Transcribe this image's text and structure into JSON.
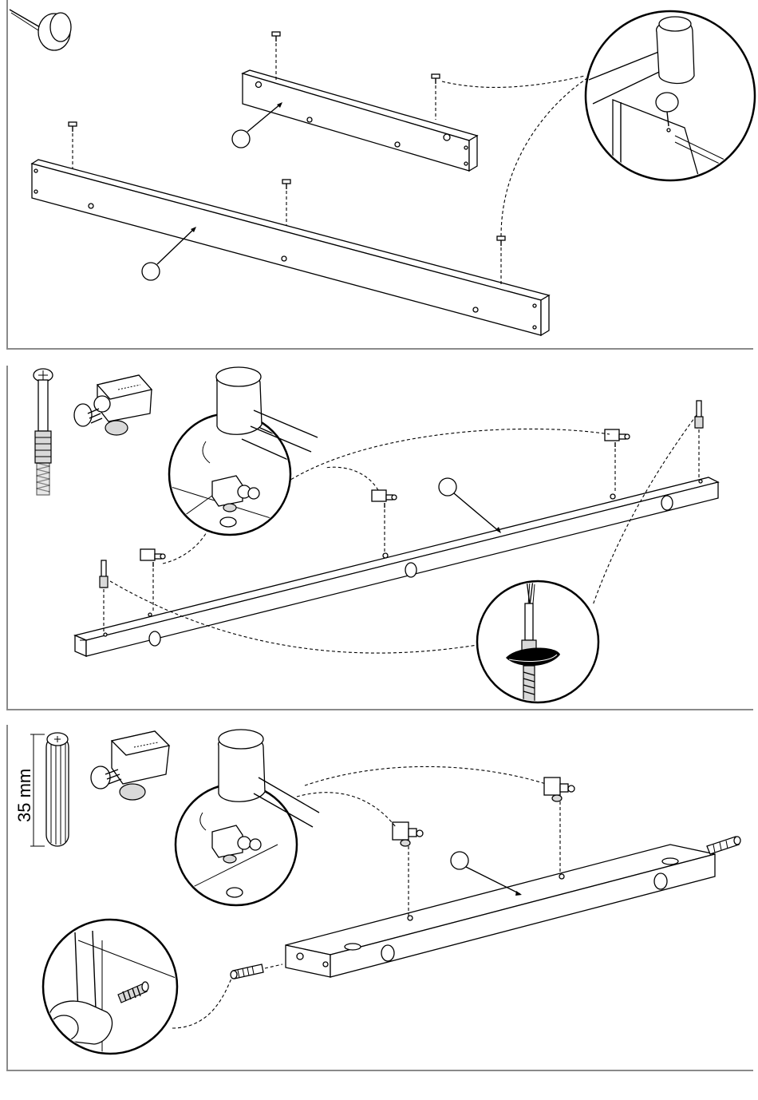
{
  "diagram": {
    "steps": [
      {
        "step": 1,
        "parts": [
          "rail-short",
          "rail-long",
          "glide-nail"
        ]
      },
      {
        "step": 2,
        "parts": [
          "rail-long",
          "cam-connector",
          "dowel-screw"
        ]
      },
      {
        "step": 3,
        "parts": [
          "rail-short",
          "cam-connector",
          "wood-dowel"
        ]
      }
    ],
    "dowel_length_label": "35 mm"
  }
}
